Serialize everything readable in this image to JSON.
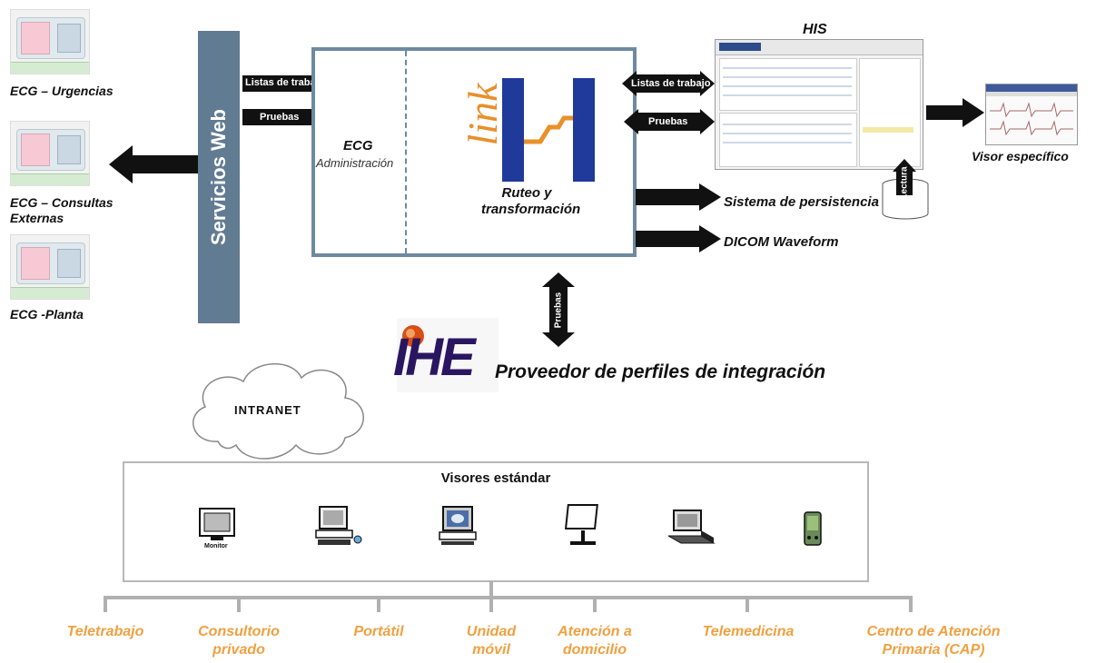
{
  "devices": [
    {
      "label": "ECG – Urgencias"
    },
    {
      "label": "ECG – Consultas Externas"
    },
    {
      "label": "ECG -Planta"
    }
  ],
  "web_services": {
    "label": "Servicios Web"
  },
  "inputs": {
    "worklist_label": "Listas de trabajo",
    "tests_label": "Pruebas"
  },
  "main": {
    "ecg_label": "ECG",
    "admin_label": "Administración",
    "routing_label": "Ruteo y transformación",
    "logo_text": "link"
  },
  "his": {
    "title": "HIS",
    "worklist_label": "Listas de trabajo",
    "tests_label": "Pruebas",
    "lectura_label": "Lectura"
  },
  "outputs": {
    "persistence_label": "Sistema de persistencia",
    "dicom_label": "DICOM Waveform"
  },
  "viewer": {
    "label": "Visor específico"
  },
  "ihe": {
    "tests_label": "Pruebas",
    "logo_text": "IHE",
    "title": "Proveedor de perfiles de integración"
  },
  "intranet": {
    "label": "INTRANET"
  },
  "viewers": {
    "title": "Visores estándar",
    "monitor_label": "Monitor",
    "icons": [
      "monitor-icon",
      "desktop-computer-icon",
      "workstation-icon",
      "flat-screen-icon",
      "laptop-icon",
      "pda-icon"
    ]
  },
  "categories": [
    {
      "label": "Teletrabajo"
    },
    {
      "label": "Consultorio privado"
    },
    {
      "label": "Portátil"
    },
    {
      "label": "Unidad móvil"
    },
    {
      "label": "Atención a domicilio"
    },
    {
      "label": "Telemedicina"
    },
    {
      "label": "Centro de Atención Primaria (CAP)"
    }
  ],
  "colors": {
    "accent_blue": "#6d8aa1",
    "ws_blue": "#617b92",
    "category_orange": "#f0a040",
    "logo_orange": "#e8902a",
    "logo_blue": "#1f3a9a",
    "ihe_purple": "#2a1660"
  }
}
